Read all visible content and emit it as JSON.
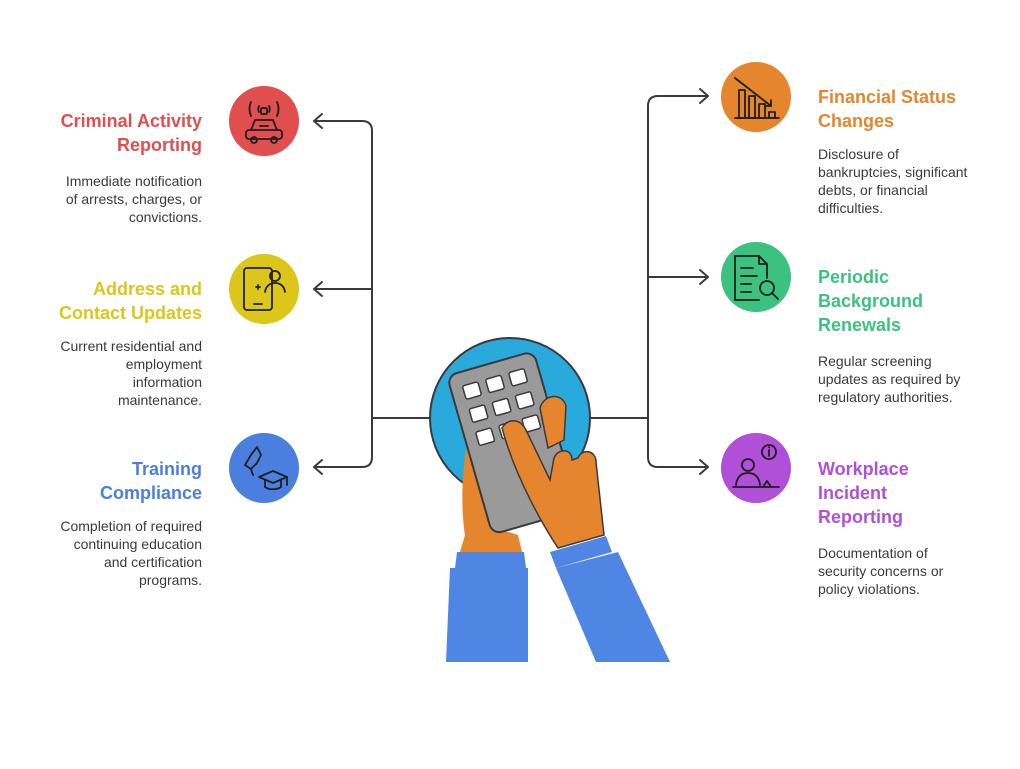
{
  "colors": {
    "red": "#e04e4e",
    "yellow": "#ddc61a",
    "blue": "#4a7fe0",
    "orange": "#e5852d",
    "green": "#3cc27f",
    "purple": "#b04fd8",
    "connector": "#3a3a3a",
    "circle_bg": "#29a9dc",
    "hand": "#e5852d",
    "sleeve": "#4f86e4",
    "calculator": "#9a9a9a"
  },
  "items": {
    "criminal": {
      "title_line1": "Criminal Activity",
      "title_line2": "Reporting",
      "desc_line1": "Immediate notification",
      "desc_line2": "of arrests, charges, or",
      "desc_line3": "convictions.",
      "icon": "police-car-icon"
    },
    "address": {
      "title_line1": "Address and",
      "title_line2": "Contact Updates",
      "desc_line1": "Current residential and",
      "desc_line2": "employment",
      "desc_line3": "information",
      "desc_line4": "maintenance.",
      "icon": "contact-tablet-icon"
    },
    "training": {
      "title_line1": "Training",
      "title_line2": "Compliance",
      "desc_line1": "Completion of required",
      "desc_line2": "continuing education",
      "desc_line3": "and certification",
      "desc_line4": "programs.",
      "icon": "graduation-cap-icon"
    },
    "financial": {
      "title_line1": "Financial Status",
      "title_line2": "Changes",
      "desc_line1": "Disclosure of",
      "desc_line2": "bankruptcies, significant",
      "desc_line3": "debts, or financial",
      "desc_line4": "difficulties.",
      "icon": "declining-chart-icon"
    },
    "periodic": {
      "title_line1": "Periodic",
      "title_line2": "Background",
      "title_line3": "Renewals",
      "desc_line1": "Regular screening",
      "desc_line2": "updates as required by",
      "desc_line3": "regulatory authorities.",
      "icon": "document-search-icon"
    },
    "workplace": {
      "title_line1": "Workplace",
      "title_line2": "Incident",
      "title_line3": "Reporting",
      "desc_line1": "Documentation of",
      "desc_line2": "security concerns or",
      "desc_line3": "policy violations.",
      "icon": "person-info-icon"
    }
  }
}
